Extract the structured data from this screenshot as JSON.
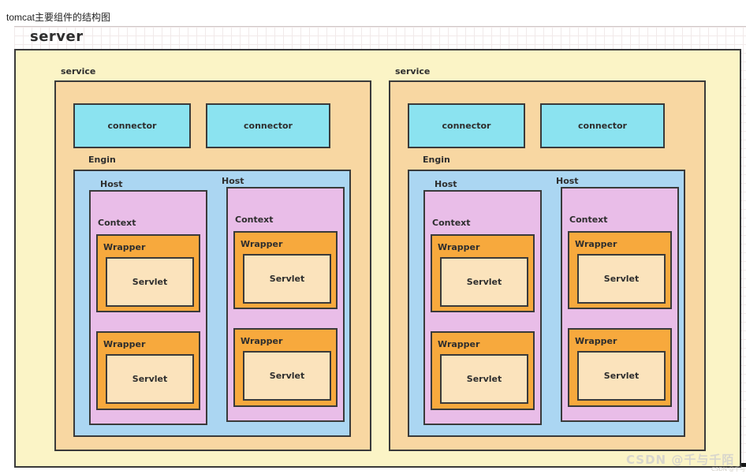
{
  "page": {
    "title": "tomcat主要组件的结构图",
    "watermark": "CSDN @千与千陌",
    "watermark_small": "CSDN @千与千陌"
  },
  "colors": {
    "server_fill": "#FBF4C6",
    "service_fill": "#F8D7A2",
    "connector_fill": "#8BE3F0",
    "engine_fill": "#ABD6F2",
    "host_fill": "#E9BDE8",
    "wrapper_fill": "#F7A93D",
    "servlet_fill": "#FBE3BC",
    "box_border": "#3A3A3A",
    "text": "#2E2E2E"
  },
  "diagram": {
    "server_label": "server",
    "services": [
      {
        "label": "service",
        "connectors": [
          "connector",
          "connector"
        ],
        "engine": {
          "label": "Engin",
          "hosts": [
            {
              "label": "Host",
              "context_label": "Context",
              "wrappers": [
                {
                  "label": "Wrapper",
                  "servlet": "Servlet"
                },
                {
                  "label": "Wrapper",
                  "servlet": "Servlet"
                }
              ]
            },
            {
              "label": "Host",
              "context_label": "Context",
              "wrappers": [
                {
                  "label": "Wrapper",
                  "servlet": "Servlet"
                },
                {
                  "label": "Wrapper",
                  "servlet": "Servlet"
                }
              ]
            }
          ]
        }
      },
      {
        "label": "service",
        "connectors": [
          "connector",
          "connector"
        ],
        "engine": {
          "label": "Engin",
          "hosts": [
            {
              "label": "Host",
              "context_label": "Context",
              "wrappers": [
                {
                  "label": "Wrapper",
                  "servlet": "Servlet"
                },
                {
                  "label": "Wrapper",
                  "servlet": "Servlet"
                }
              ]
            },
            {
              "label": "Host",
              "context_label": "Context",
              "wrappers": [
                {
                  "label": "Wrapper",
                  "servlet": "Servlet"
                },
                {
                  "label": "Wrapper",
                  "servlet": "Servlet"
                }
              ]
            }
          ]
        }
      }
    ]
  }
}
